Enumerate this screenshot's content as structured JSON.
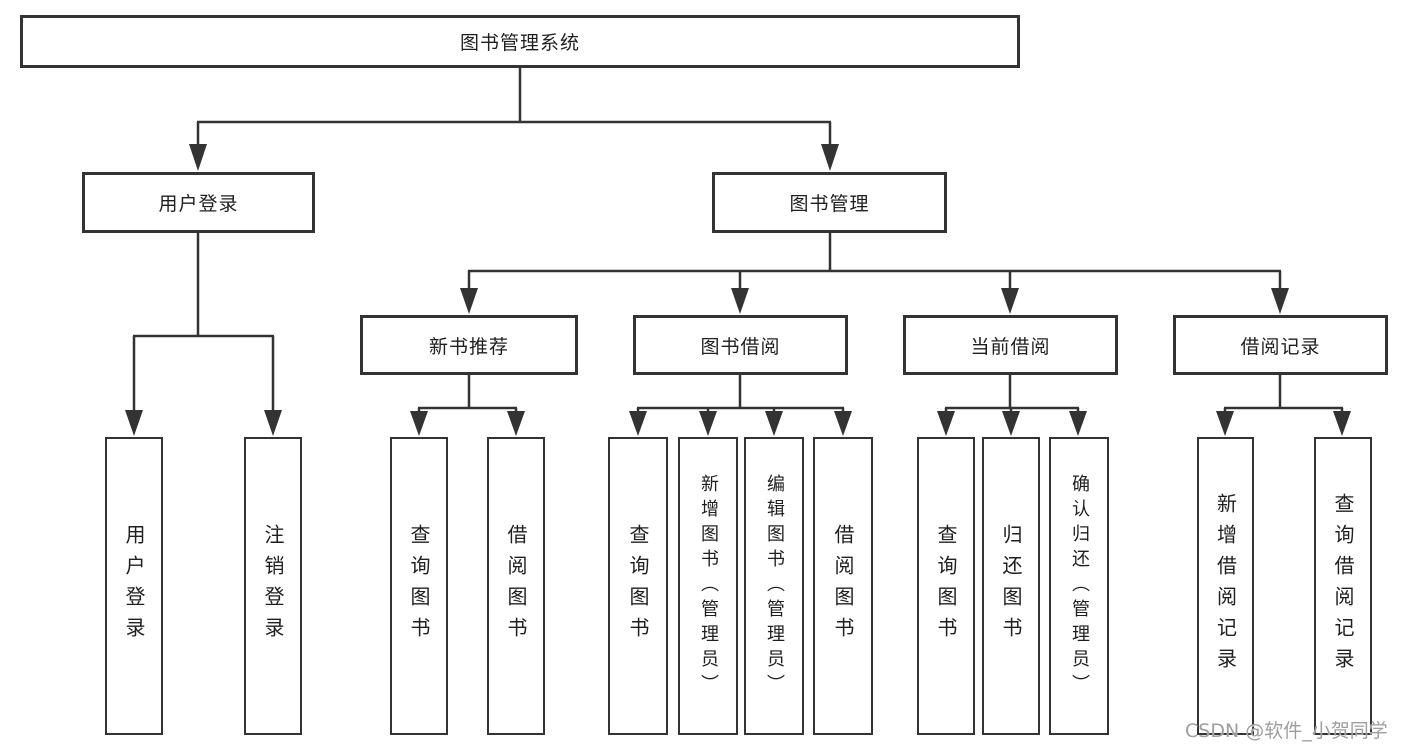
{
  "diagram": {
    "colors": {
      "line": "#333333",
      "text": "#1f1f1f",
      "watermark": "#9e9e9e",
      "background": "#ffffff"
    },
    "root": {
      "label": "图书管理系统"
    },
    "level2": [
      {
        "label": "用户登录"
      },
      {
        "label": "图书管理"
      }
    ],
    "level3": [
      {
        "label": "新书推荐"
      },
      {
        "label": "图书借阅"
      },
      {
        "label": "当前借阅"
      },
      {
        "label": "借阅记录"
      }
    ],
    "leaves_user_login": [
      {
        "label": "用户登录"
      },
      {
        "label": "注销登录"
      }
    ],
    "leaves_new_book": [
      {
        "label": "查询图书"
      },
      {
        "label": "借阅图书"
      }
    ],
    "leaves_book_borrow": [
      {
        "label": "查询图书"
      },
      {
        "label": "新增图书（管理员）"
      },
      {
        "label": "编辑图书（管理员）"
      },
      {
        "label": "借阅图书"
      }
    ],
    "leaves_current_borrow": [
      {
        "label": "查询图书"
      },
      {
        "label": "归还图书"
      },
      {
        "label": "确认归还（管理员）"
      }
    ],
    "leaves_borrow_records": [
      {
        "label": "新增借阅记录"
      },
      {
        "label": "查询借阅记录"
      }
    ],
    "watermark": "CSDN @软件_小贺同学"
  }
}
